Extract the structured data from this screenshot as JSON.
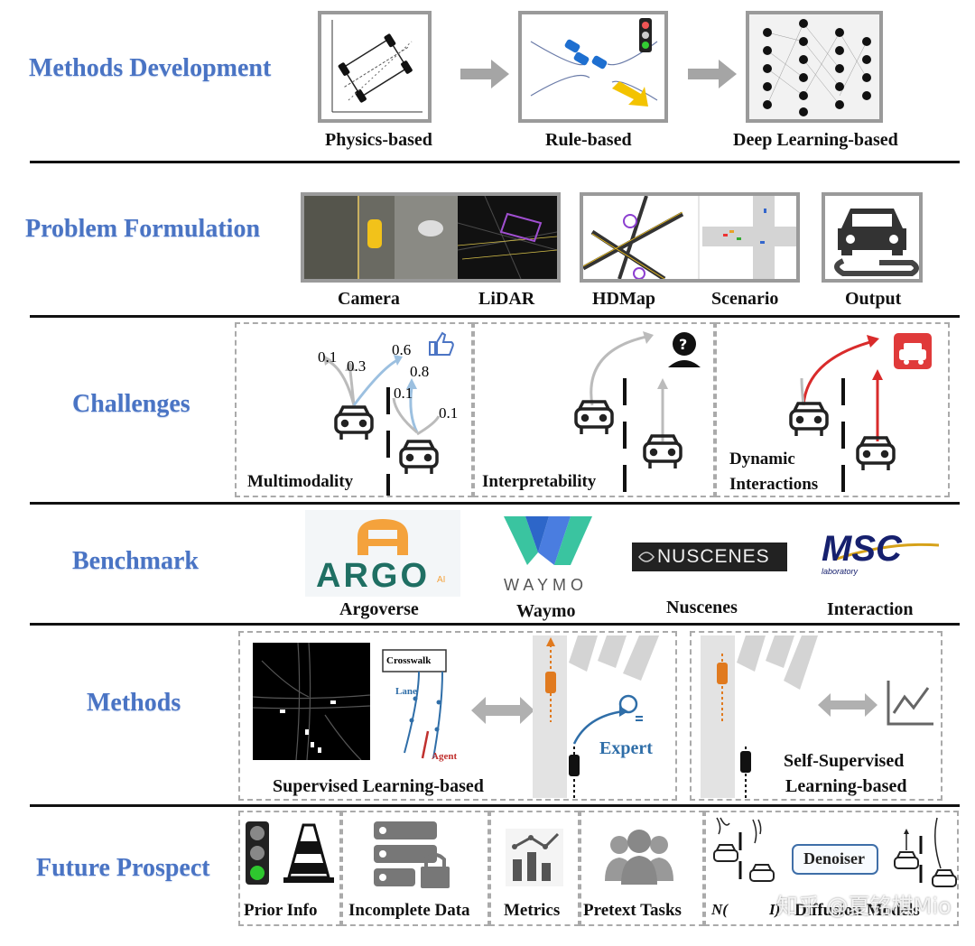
{
  "rows": {
    "methods_development": {
      "label": "Methods Development",
      "items": [
        "Physics-based",
        "Rule-based",
        "Deep Learning-based"
      ]
    },
    "problem_formulation": {
      "label": "Problem Formulation",
      "items": [
        "Camera",
        "LiDAR",
        "HDMap",
        "Scenario",
        "Output"
      ]
    },
    "challenges": {
      "label": "Challenges",
      "items": [
        "Multimodality",
        "Interpretability",
        "Dynamic",
        "Interactions"
      ],
      "probabilities": [
        "0.1",
        "0.3",
        "0.6",
        "0.8",
        "0.1",
        "0.1"
      ]
    },
    "benchmark": {
      "label": "Benchmark",
      "items": [
        "Argoverse",
        "Waymo",
        "Nuscenes",
        "Interaction"
      ],
      "logos": {
        "argo": "ARGO",
        "argo_ai": "AI",
        "waymo": "WAYMO",
        "nuscenes": "NUSCENES",
        "msc": "MSC",
        "msc_sub": "laboratory"
      }
    },
    "methods": {
      "label": "Methods",
      "supervised": "Supervised Learning-based",
      "self_supervised_line1": "Self-Supervised",
      "self_supervised_line2": "Learning-based",
      "crosswalk": "Crosswalk",
      "lane": "Lane",
      "agent": "Agent",
      "expert": "Expert"
    },
    "future_prospect": {
      "label": "Future Prospect",
      "items": [
        "Prior Info",
        "Incomplete Data",
        "Metrics",
        "Pretext Tasks",
        "Diffusion Models"
      ],
      "denoiser": "Denoiser",
      "formula": "N(",
      "formula_tail": "I)"
    }
  },
  "watermark": "知乎 @夏铭棋Mio",
  "colors": {
    "label_blue": "#4a74c4",
    "accent_red": "#d92b2b",
    "accent_orange": "#e07a1f",
    "arrow_blue": "#9cc0e0",
    "gray": "#9a9a9a"
  }
}
